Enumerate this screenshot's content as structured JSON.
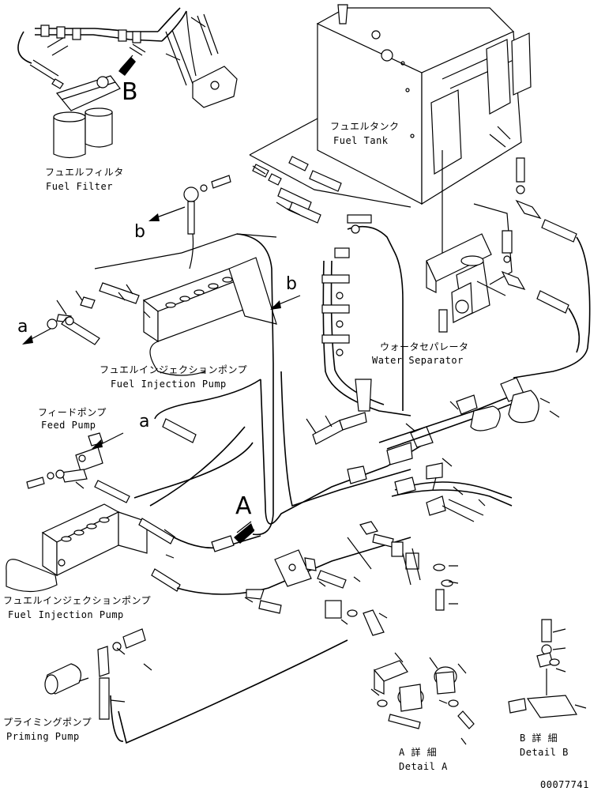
{
  "labels": {
    "fuel_filter_jp": "フュエルフィルタ",
    "fuel_filter_en": "Fuel Filter",
    "fuel_tank_jp": "フュエルタンク",
    "fuel_tank_en": "Fuel Tank",
    "water_separator_jp": "ウォータセパレータ",
    "water_separator_en": "Water Separator",
    "injection_pump_top_jp": "フュエルインジェクションポンプ",
    "injection_pump_top_en": "Fuel Injection Pump",
    "feed_pump_jp": "フィードポンプ",
    "feed_pump_en": "Feed Pump",
    "injection_pump_bottom_jp": "フュエルインジェクションポンプ",
    "injection_pump_bottom_en": "Fuel Injection Pump",
    "priming_pump_jp": "プライミングポンプ",
    "priming_pump_en": "Priming Pump",
    "detail_a_jp": "A 詳 細",
    "detail_a_en": "Detail A",
    "detail_b_jp": "B 詳 細",
    "detail_b_en": "Detail B"
  },
  "references": {
    "big_b": "B",
    "big_a": "A",
    "b_upper": "b",
    "b_right": "b",
    "a_left": "a",
    "a_feed": "a"
  },
  "drawing_number": "00077741"
}
